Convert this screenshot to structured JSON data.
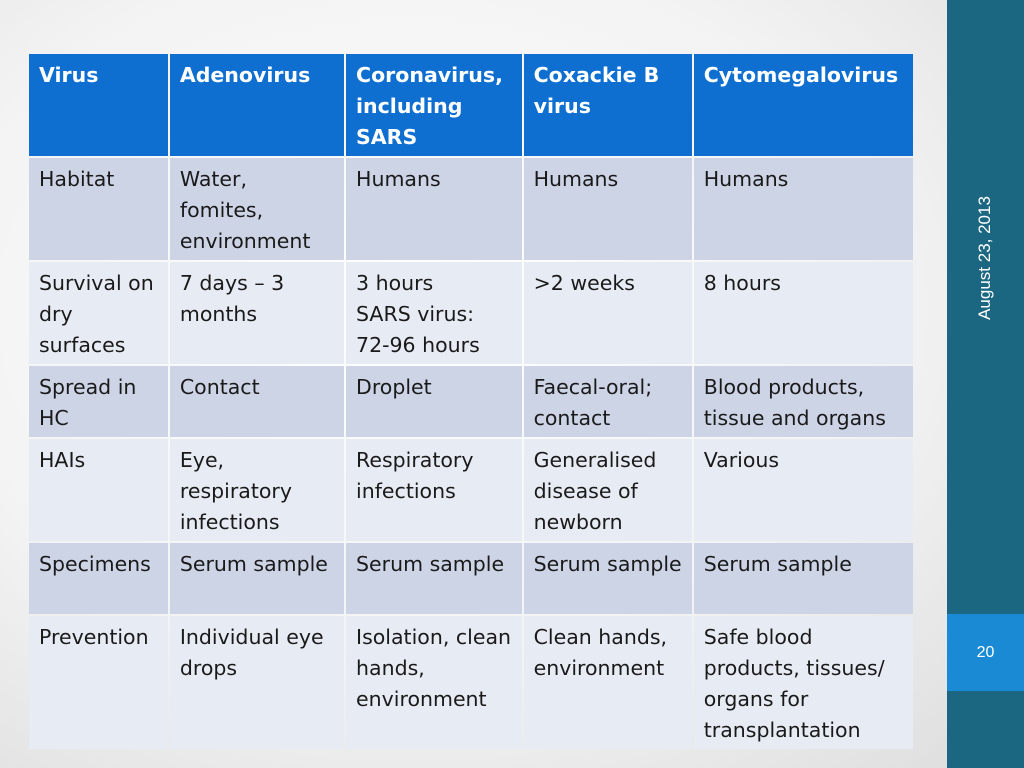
{
  "date": "August 23, 2013",
  "page_number": "20",
  "table": {
    "headers": [
      "Virus",
      "Adenovirus",
      "Coronavirus, including SARS",
      "Coxackie B virus",
      "Cytomegalovirus"
    ],
    "rows": [
      {
        "label": "Habitat",
        "cells": [
          "Water, fomites, environment",
          "Humans",
          "Humans",
          "Humans"
        ]
      },
      {
        "label": "Survival on dry surfaces",
        "cells": [
          "7 days – 3 months",
          "3 hours",
          ">2 weeks",
          "8 hours"
        ],
        "extra": "SARS virus: 72-96 hours"
      },
      {
        "label": "Spread in HC",
        "cells": [
          "Contact",
          "Droplet",
          "Faecal-oral; contact",
          "Blood products, tissue and organs"
        ]
      },
      {
        "label": "HAIs",
        "cells": [
          "Eye, respiratory infections",
          "Respiratory infections",
          "Generalised disease of newborn",
          "Various"
        ]
      },
      {
        "label": "Specimens",
        "cells": [
          "Serum sample",
          "Serum sample",
          "Serum sample",
          "Serum sample"
        ]
      },
      {
        "label": "Prevention",
        "cells": [
          "Individual eye drops",
          "Isolation, clean hands, environment",
          "Clean hands, environment",
          "Safe blood products, tissues/ organs for transplantation"
        ]
      }
    ]
  },
  "colors": {
    "header_bg": "#0e6fd1",
    "row_odd_bg": "#cdd4e6",
    "row_even_bg": "#e7ebf3",
    "sidebar_bg": "#1b6680",
    "page_box_bg": "#1a8ad4"
  }
}
